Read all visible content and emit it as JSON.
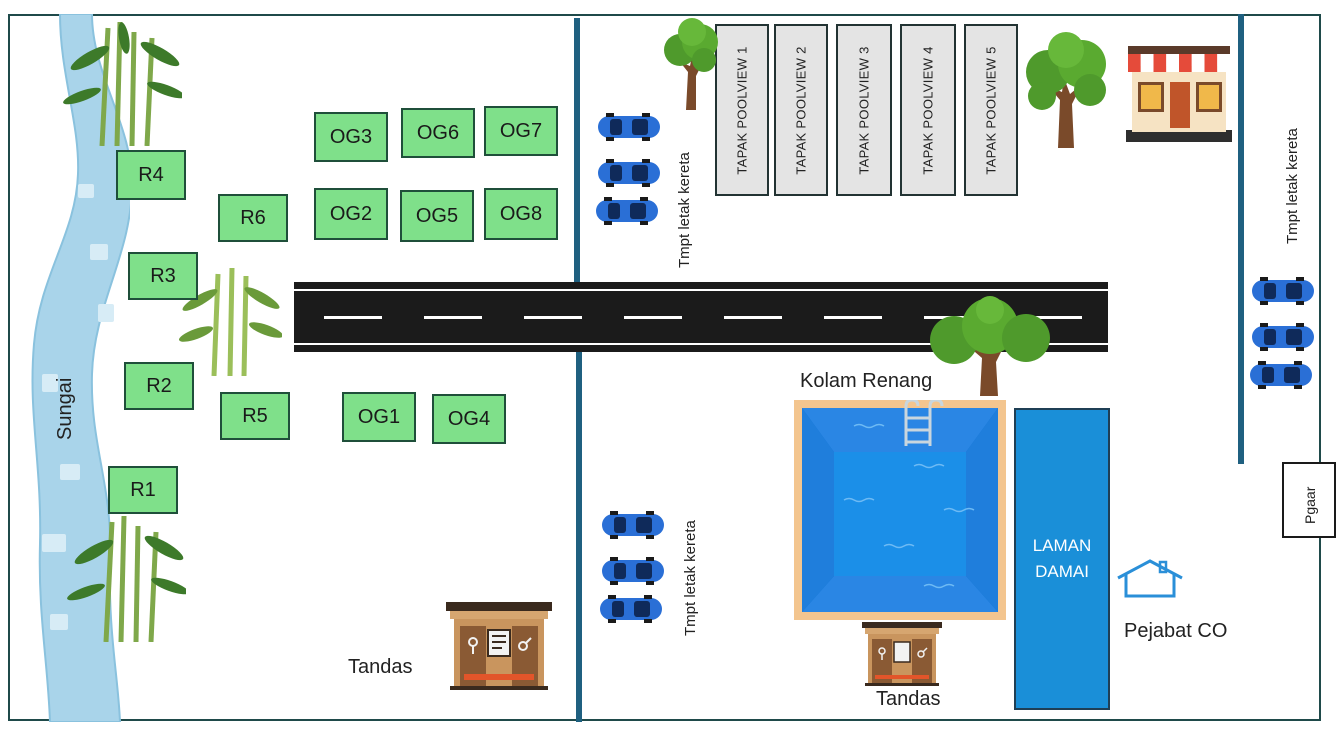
{
  "river": {
    "label": "Sungai",
    "icon": "river-shape"
  },
  "lots": {
    "r1": "R1",
    "r2": "R2",
    "r3": "R3",
    "r4": "R4",
    "r5": "R5",
    "r6": "R6",
    "og1": "OG1",
    "og2": "OG2",
    "og3": "OG3",
    "og4": "OG4",
    "og5": "OG5",
    "og6": "OG6",
    "og7": "OG7",
    "og8": "OG8"
  },
  "pool_sites": [
    "TAPAK POOLVIEW 1",
    "TAPAK POOLVIEW 2",
    "TAPAK POOLVIEW 3",
    "TAPAK POOLVIEW 4",
    "TAPAK POOLVIEW 5"
  ],
  "parking": {
    "top": "Tmpt letak kereta",
    "bottom": "Tmpt letak kereta",
    "right": "Tmpt letak kereta"
  },
  "labels": {
    "pool": "Kolam Renang",
    "garden": "LAMAN DAMAI",
    "office": "Pejabat CO",
    "toilet_left": "Tandas",
    "toilet_right": "Tandas",
    "guard": "Pgaar"
  },
  "icons": [
    "bamboo-icon",
    "tree-icon",
    "car-icon",
    "shop-icon",
    "toilet-icon",
    "house-icon",
    "pool-ladder-icon"
  ],
  "colors": {
    "lot_fill": "#7fe08a",
    "wall": "#1f6080",
    "river": "#a9d4ea",
    "pool": "#1b8fe8",
    "pool_rim": "#f3c58f",
    "garden": "#1a8fd8",
    "car": "#2a6fd6"
  }
}
